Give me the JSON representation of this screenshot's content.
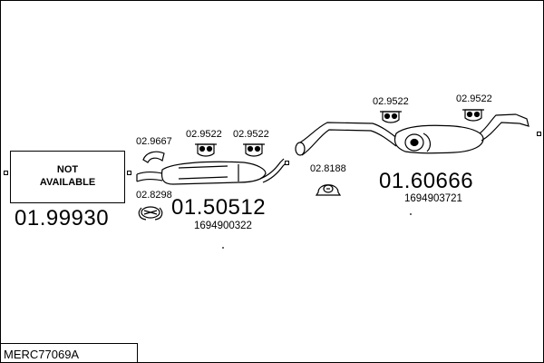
{
  "reference": "MERC77069A",
  "not_available": {
    "line1": "NOT",
    "line2": "AVAILABLE"
  },
  "sections": [
    {
      "part_number": "01.99930"
    },
    {
      "part_number": "01.50512",
      "oem": "1694900322"
    },
    {
      "part_number": "01.60666",
      "oem": "1694903721"
    }
  ],
  "accessories": {
    "gasket_front": "02.9667",
    "clamp_front": "02.8298",
    "hanger_mid_1": "02.9522",
    "hanger_mid_2": "02.9522",
    "clamp_rear": "02.8188",
    "hanger_rear_1": "02.9522",
    "hanger_rear_2": "02.9522"
  }
}
